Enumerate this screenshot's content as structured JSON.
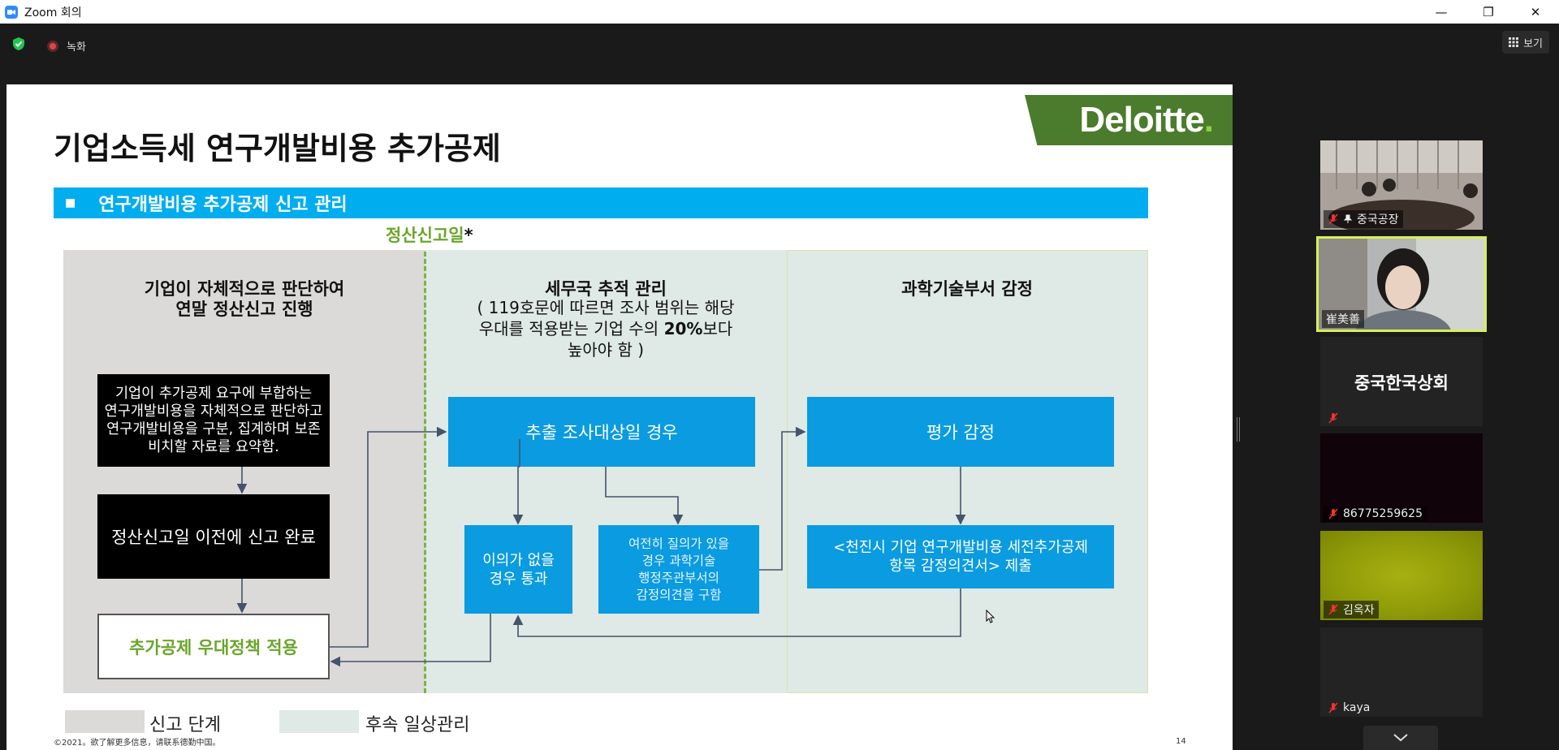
{
  "window": {
    "title": "Zoom 회의",
    "controls": {
      "minimize": "—",
      "restore": "❐",
      "close": "✕"
    }
  },
  "toolbar": {
    "recording_label": "녹화",
    "view_label": "보기"
  },
  "slide": {
    "title": "기업소득세 연구개발비용 추가공제",
    "logo": "Deloitte",
    "section_header": "연구개발비용 추가공제 신고 관리",
    "settlement_label": "정산신고일",
    "settlement_star": "*",
    "col_left_title_1": "기업이 자체적으로 판단하여",
    "col_left_title_2": "연말 정산신고  진행",
    "col_mid_title": "세무국 추적 관리",
    "col_mid_sub_1": "( 119호문에 따르면 조사 범위는 해당",
    "col_mid_sub_2a": "우대를 적용받는 기업 수의 ",
    "col_mid_sub_2b": "20%",
    "col_mid_sub_2c": "보다",
    "col_mid_sub_3": "높아야 함 )",
    "col_right_title": "과학기술부서 감정",
    "box_summary_1": "기업이 추가공제 요구에 부합하는",
    "box_summary_2": "연구개발비용을 자체적으로 판단하고",
    "box_summary_3": "연구개발비용을 구분, 집계하며 보존",
    "box_summary_4": "비치할 자료를 요약함.",
    "box_complete": "정산신고일 이전에 신고 완료",
    "box_apply": "추가공제 우대정책 적용",
    "box_sample": "추출 조사대상일 경우",
    "box_pass_1": "이의가 없을",
    "box_pass_2": "경우 통과",
    "box_query_1": "여전히 질의가 있을",
    "box_query_2": "경우 과학기술",
    "box_query_3": "행정주관부서의",
    "box_query_4": "감정의견을 구함",
    "box_eval": "평가 감정",
    "box_submit_1": "<천진시 기업 연구개발비용 세전추가공제",
    "box_submit_2": "항목 감정의견서> 제출",
    "legend_report": "신고 단계",
    "legend_followup": "후속 일상관리",
    "footer": "©2021。欲了解更多信息，请联系德勤中国。",
    "page_number": "14"
  },
  "participants": [
    {
      "name": "중국공장",
      "muted": true,
      "pinned": true,
      "type": "video"
    },
    {
      "name": "崔美善",
      "muted": false,
      "active_speaker": true,
      "type": "video"
    },
    {
      "name": "중국한국상회",
      "muted": true,
      "type": "name"
    },
    {
      "name": "86775259625",
      "muted": true,
      "type": "dark"
    },
    {
      "name": "김옥자",
      "muted": true,
      "type": "olive"
    },
    {
      "name": "kaya",
      "muted": true,
      "type": "name-empty"
    }
  ],
  "colors": {
    "section_blue": "#00adef",
    "box_blue": "#0a9be0",
    "green": "#6aa52a",
    "deloitte_green": "#4b7b2c",
    "speaker_border": "#d8ef5a"
  }
}
